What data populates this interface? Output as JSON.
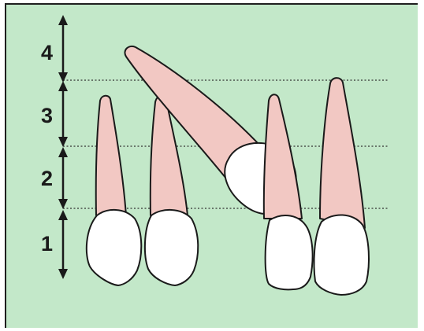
{
  "diagram": {
    "background_color": "#c3e8c9",
    "root_color": "#f2c8c3",
    "crown_color": "#ffffff",
    "outline_color": "#1a1a1a",
    "zones": [
      {
        "label": "4"
      },
      {
        "label": "3"
      },
      {
        "label": "2"
      },
      {
        "label": "1"
      }
    ],
    "icons": [
      "double-arrow-icon",
      "tooth-icon"
    ]
  }
}
